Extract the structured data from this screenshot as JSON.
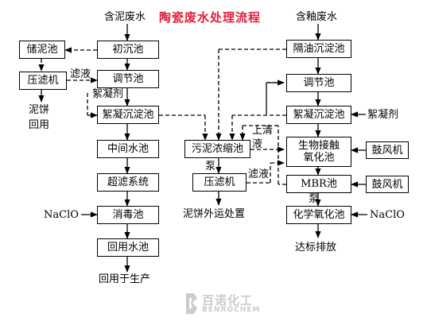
{
  "title": "陶瓷废水处理流程",
  "inputs": {
    "left": "含泥废水",
    "right": "含釉废水"
  },
  "left_column": {
    "chuchen": "初沉池",
    "tiaojie": "调节池",
    "xuening": "絮凝沉淀池",
    "zhongjian": "中间水池",
    "chaolv": "超滤系统",
    "xiaodu": "消毒池",
    "huiyong": "回用水池",
    "outlet": "回用于生产"
  },
  "sludge_branch": {
    "chuni": "储泥池",
    "yalv": "压滤机",
    "cake_line1": "泥饼",
    "cake_line2": "回用",
    "filtrate": "滤液",
    "flocculant": "絮凝剂"
  },
  "middle_column": {
    "nongsuo": "污泥浓缩池",
    "supernatant_1": "上清",
    "supernatant_2": "液",
    "pump": "泵",
    "yalv": "压滤机",
    "filtrate": "滤液",
    "outlet": "泥饼外运处置"
  },
  "right_column": {
    "geyou": "隔油沉淀池",
    "tiaojie": "调节池",
    "xuening": "絮凝沉淀池",
    "bio_line1": "生物接触",
    "bio_line2": "氧化池",
    "mbr": "MBR池",
    "pump": "泵",
    "chem": "化学氧化池",
    "outlet": "达标排放",
    "flocculant": "絮凝剂",
    "blower1": "鼓风机",
    "blower2": "鼓风机"
  },
  "chemicals": {
    "naclo_left": "NaClO",
    "naclo_right": "NaClO"
  },
  "watermark": {
    "line1": "百诺化工",
    "line2": "BENROCHEM"
  }
}
